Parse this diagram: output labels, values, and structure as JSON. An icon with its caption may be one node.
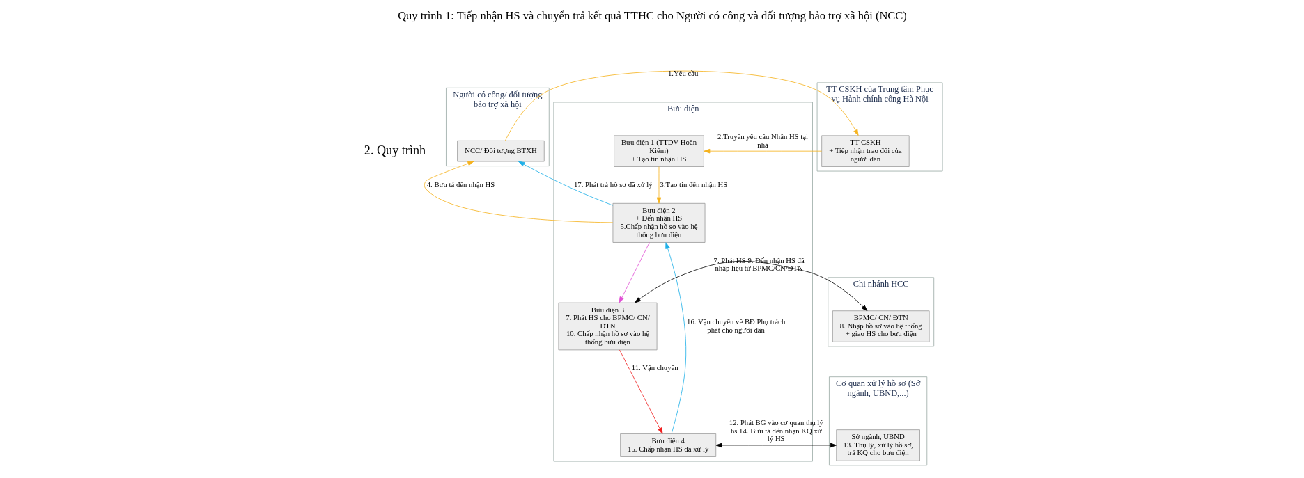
{
  "diagram": {
    "title": "Quy trình 1: Tiếp nhận HS và chuyển trả kết quả TTHC cho Người có công và đối tượng bảo trợ xã hội (NCC)",
    "nodes": [
      {
        "text": [
          "Người có công/ đối tượng bảo trợ xã hội"
        ]
      },
      {
        "text": [
          "TT CSKH của Trung tâm Phục vụ Hành chính công Hà Nội"
        ]
      },
      {
        "text": [
          "Bưu điện"
        ]
      },
      {
        "text": [
          "Chi nhánh HCC"
        ]
      },
      {
        "text": [
          "Cơ quan xử lý hồ sơ (Sở ngành, UBND,...)"
        ]
      },
      {
        "text": [
          "NCC/ Đối tượng BTXH"
        ],
        "in": 0
      },
      {
        "text": [
          "TT CSKH",
          "+ Tiếp nhận trao đổi của người dân"
        ],
        "in": 1
      },
      {
        "text": [
          "Bưu điện 1 (TTDV Hoàn Kiếm)",
          "+ Tạo tin nhận HS"
        ],
        "in": 2
      },
      {
        "text": [
          "Bưu điện 2",
          "+ Đến nhận HS",
          "5.Chấp nhận hồ sơ vào hệ thống bưu điện"
        ],
        "in": 2
      },
      {
        "text": [
          "Bưu điện 3",
          "7. Phát HS cho BPMC/ CN/ ĐTN",
          "10. Chấp nhận hồ sơ vào hệ thống bưu điện"
        ],
        "in": 2
      },
      {
        "text": [
          "BPMC/ CN/ ĐTN",
          "8. Nhập hồ sơ vào hệ thống + giao HS cho bưu điện"
        ],
        "in": 3
      },
      {
        "text": [
          "Bưu điện 4",
          "15. Chấp nhận HS đã xử lý"
        ],
        "in": 2
      },
      {
        "text": [
          "Sở ngành, UBND",
          "13. Thụ lý, xử lý hồ sơ, trả KQ cho bưu điện"
        ],
        "in": 4
      }
    ],
    "edges": [
      {
        "from": 5,
        "to": 6,
        "arrow": "to",
        "label": "1.Yêu cầu",
        "color": "#f5b21e"
      },
      {
        "from": 6,
        "to": 7,
        "arrow": "to",
        "label": "2.Truyền yêu cầu Nhận HS tại nhà",
        "color": "#f5b21e"
      },
      {
        "from": 7,
        "to": 8,
        "arrow": "to",
        "label": "3.Tạo tin đến nhận HS",
        "color": "#f5b21e"
      },
      {
        "from": 8,
        "to": 5,
        "arrow": "to",
        "label": "4. Bưu tá đến nhận HS",
        "color": "#f5b21e"
      },
      {
        "from": 8,
        "to": 5,
        "arrow": "to",
        "label": "17. Phát trả hồ sơ đã xử lý",
        "color": "#1fb0e8"
      },
      {
        "from": 8,
        "to": 9,
        "arrow": "to",
        "color": "#e14fd4"
      },
      {
        "from": 9,
        "to": 10,
        "arrow": "both",
        "label": "7. Phát HS 9. Đến nhận HS đã nhập liệu từ BPMC/CN/ĐTN",
        "color": "#000000"
      },
      {
        "from": 9,
        "to": 11,
        "arrow": "to",
        "label": "11. Vận chuyển",
        "color": "#f01e1e"
      },
      {
        "from": 11,
        "to": 12,
        "arrow": "both",
        "label": "12. Phát BG vào cơ quan thụ lý hs 14. Bưu tá đến nhận KQ xử lý HS",
        "color": "#000000"
      },
      {
        "from": 11,
        "to": 8,
        "arrow": "to",
        "label": "16. Vận chuyển về BĐ Phụ trách phát cho người dân",
        "color": "#1fb0e8"
      }
    ],
    "labels": [
      "2. Quy trình"
    ]
  }
}
